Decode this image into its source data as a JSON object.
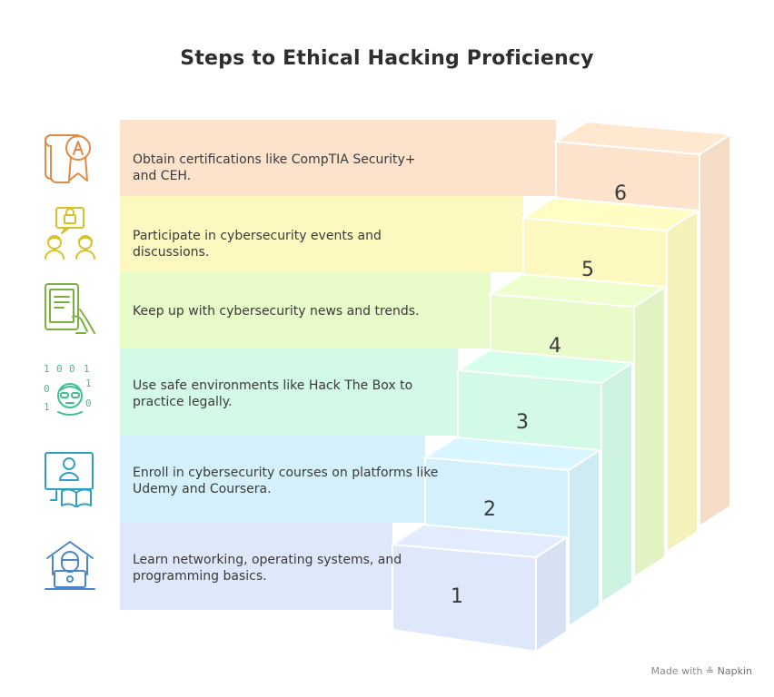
{
  "title": "Steps to Ethical Hacking Proficiency",
  "steps": [
    {
      "number": "1",
      "text": "Learn networking, operating systems, and programming basics.",
      "color": "#dfe7fb",
      "icon": "home-laptop-user-icon",
      "icon_color": "#4a86c8"
    },
    {
      "number": "2",
      "text": "Enroll in cybersecurity courses on platforms like Udemy and Coursera.",
      "color": "#d4f1fb",
      "icon": "online-course-book-icon",
      "icon_color": "#2f9fc4"
    },
    {
      "number": "3",
      "text": "Use safe environments like Hack The Box to practice legally.",
      "color": "#d2fae6",
      "icon": "binary-hacker-icon",
      "icon_color": "#3fbf8f"
    },
    {
      "number": "4",
      "text": "Keep up with cybersecurity news and trends.",
      "color": "#e9fbc9",
      "icon": "tablet-news-icon",
      "icon_color": "#7bb23e"
    },
    {
      "number": "5",
      "text": "Participate in cybersecurity events and discussions.",
      "color": "#fdf8c0",
      "icon": "people-chat-lock-icon",
      "icon_color": "#d7c12a"
    },
    {
      "number": "6",
      "text": "Obtain certifications like CompTIA Security+ and CEH.",
      "color": "#fde3cc",
      "icon": "certificate-award-icon",
      "icon_color": "#e08a45"
    }
  ],
  "watermark": {
    "prefix": "Made with",
    "brand": "Napkin"
  }
}
